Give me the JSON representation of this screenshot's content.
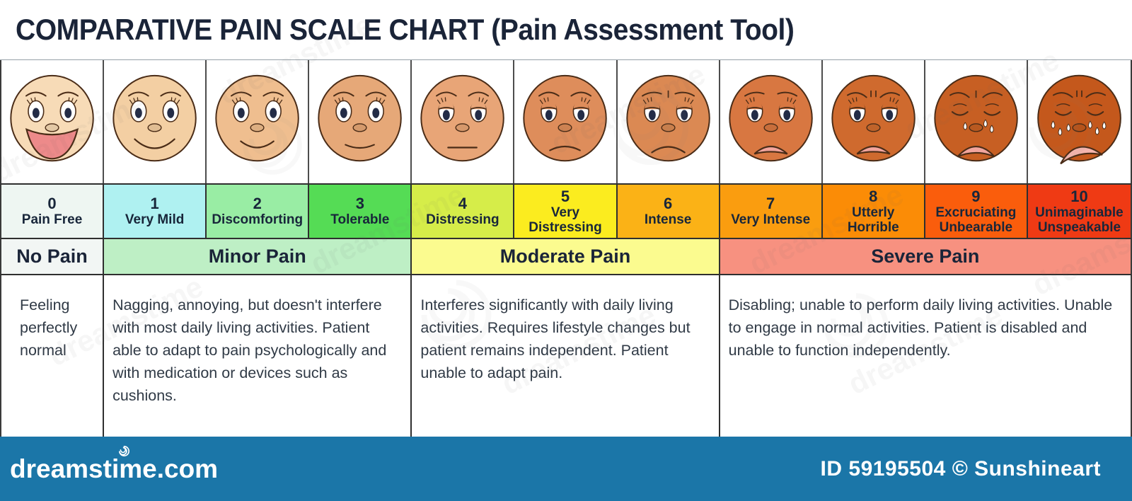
{
  "title": "COMPARATIVE PAIN SCALE CHART (Pain Assessment Tool)",
  "chart_data": {
    "type": "table",
    "title": "COMPARATIVE PAIN SCALE CHART (Pain Assessment Tool)",
    "levels": [
      {
        "value": "0",
        "label": "Pain Free",
        "cell_color": "#EEF6F2",
        "face": {
          "skin": "#F7DBB7",
          "eyes": "open",
          "brows": "calm",
          "brow_marks": 0,
          "mouth": "open-smile",
          "tears": []
        }
      },
      {
        "value": "1",
        "label": "Very Mild",
        "cell_color": "#AFF1F1",
        "face": {
          "skin": "#F3CFA3",
          "eyes": "open",
          "brows": "calm",
          "brow_marks": 0,
          "mouth": "smile-lg",
          "tears": []
        }
      },
      {
        "value": "2",
        "label": "Discomforting",
        "cell_color": "#99EDA4",
        "face": {
          "skin": "#EFBE8F",
          "eyes": "open",
          "brows": "calm",
          "brow_marks": 0,
          "mouth": "smile-md",
          "tears": []
        }
      },
      {
        "value": "3",
        "label": "Tolerable",
        "cell_color": "#55DC55",
        "face": {
          "skin": "#E6A878",
          "eyes": "open",
          "brows": "calm",
          "brow_marks": 0,
          "mouth": "smile-sm",
          "tears": []
        }
      },
      {
        "value": "4",
        "label": "Distressing",
        "cell_color": "#D6ED49",
        "face": {
          "skin": "#E8A577",
          "eyes": "droopy",
          "brows": "calm",
          "brow_marks": 0,
          "mouth": "flat",
          "tears": []
        }
      },
      {
        "value": "5",
        "label": "Very Distressing",
        "cell_color": "#FBEC1F",
        "face": {
          "skin": "#DE8D5B",
          "eyes": "droopy",
          "brows": "calm",
          "brow_marks": 0,
          "mouth": "frown-sm",
          "tears": []
        }
      },
      {
        "value": "6",
        "label": "Intense",
        "cell_color": "#FBB216",
        "face": {
          "skin": "#DB8953",
          "eyes": "droopy",
          "brows": "worried",
          "brow_marks": 1,
          "mouth": "frown-md",
          "tears": []
        }
      },
      {
        "value": "7",
        "label": "Very Intense",
        "cell_color": "#FA9D0F",
        "face": {
          "skin": "#D87741",
          "eyes": "droopy",
          "brows": "worried",
          "brow_marks": 0,
          "mouth": "open-frown",
          "tears": []
        }
      },
      {
        "value": "8",
        "label": "Utterly Horrible",
        "cell_color": "#FB8C06",
        "face": {
          "skin": "#CF6A2E",
          "eyes": "droopy",
          "brows": "angry",
          "brow_marks": 2,
          "mouth": "open-frown",
          "tears": []
        }
      },
      {
        "value": "9",
        "label": "Excruciating Unbearable",
        "cell_color": "#FA5D0C",
        "face": {
          "skin": "#C75F23",
          "eyes": "closed",
          "brows": "angry",
          "brow_marks": 1,
          "mouth": "open-frown-lg",
          "tears": [
            [
              57,
              88
            ],
            [
              86,
              84
            ],
            [
              95,
              92
            ]
          ]
        }
      },
      {
        "value": "10",
        "label": "Unimaginable Unspeakable",
        "cell_color": "#EF3A14",
        "face": {
          "skin": "#C4581C",
          "eyes": "closed",
          "brows": "angry",
          "brow_marks": 2,
          "mouth": "open-frown-xl",
          "tears": [
            [
              35,
              86
            ],
            [
              45,
              96
            ],
            [
              57,
              90
            ],
            [
              88,
              86
            ],
            [
              98,
              95
            ],
            [
              108,
              87
            ]
          ]
        }
      }
    ],
    "groups": [
      {
        "label": "No Pain",
        "color": "#F2F6F4",
        "span": 1,
        "description": "Feeling perfectly normal"
      },
      {
        "label": "Minor Pain",
        "color": "#BEEFC5",
        "span": 3,
        "description": "Nagging, annoying, but doesn't interfere with most daily living activities. Patient able to adapt to pain psychologically and with medication or devices such as cushions."
      },
      {
        "label": "Moderate Pain",
        "color": "#FBFB8F",
        "span": 3,
        "description": "Interferes significantly with daily living activities. Requires lifestyle changes but patient remains independent. Patient unable to adapt pain."
      },
      {
        "label": "Severe Pain",
        "color": "#F79180",
        "span": 4,
        "description": "Disabling; unable to perform daily living activities. Unable to engage in normal activities. Patient is disabled and unable to function independently."
      }
    ]
  },
  "footer": {
    "brand": "dreamstime.com",
    "credit": "ID 59195504 © Sunshineart",
    "bar_color": "#1B76A8"
  },
  "watermark": {
    "text": "dreamstime"
  }
}
